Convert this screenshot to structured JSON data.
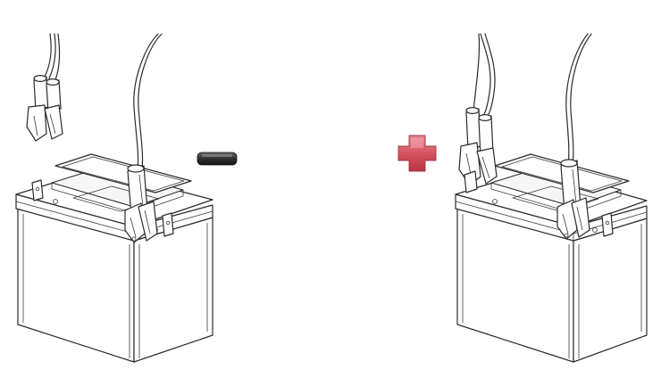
{
  "diagram": {
    "steps": [
      {
        "id": "step-1",
        "description_symbol": "minus",
        "symbol_color": "#2f2f2f"
      },
      {
        "id": "step-2",
        "description_symbol": "plus",
        "symbol_color": "#d4505d"
      }
    ]
  }
}
